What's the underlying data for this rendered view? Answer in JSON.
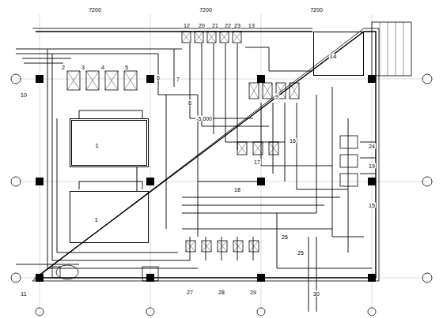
{
  "diagram": {
    "nodes": [
      {
        "text": [
          "1"
        ]
      },
      {
        "text": [
          "1"
        ]
      },
      {
        "text": [
          "14"
        ]
      }
    ],
    "edges": [
      {
        "from": 0,
        "to": 1,
        "arrow": "none"
      }
    ],
    "labels": [
      "2",
      "3",
      "4",
      "5",
      "6",
      "7",
      "8",
      "9",
      "10",
      "11",
      "12",
      "13",
      "15",
      "16",
      "17",
      "18",
      "19",
      "20",
      "21",
      "22",
      "23",
      "24",
      "25",
      "26",
      "27",
      "28",
      "29",
      "30",
      "-5.000",
      "7200",
      "7200",
      "7200"
    ]
  }
}
